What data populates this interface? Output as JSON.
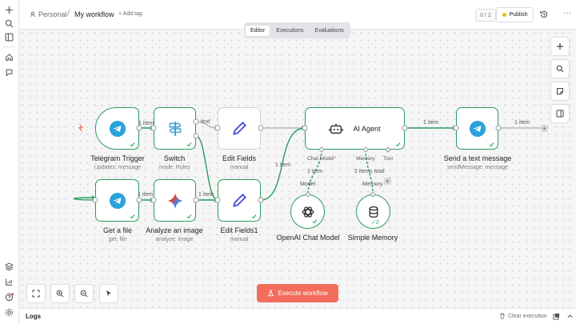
{
  "breadcrumb": {
    "owner": "Personal",
    "separator": "/",
    "workflow_name": "My workflow",
    "add_tag": "+ Add tag"
  },
  "header": {
    "counter": "0 / 2",
    "publish_label": "Publish",
    "more_label": "···"
  },
  "view_tabs": [
    {
      "label": "Editor",
      "active": true
    },
    {
      "label": "Executions",
      "active": false
    },
    {
      "label": "Evaluations",
      "active": false
    }
  ],
  "nodes": {
    "telegram_trigger": {
      "name": "Telegram Trigger",
      "subtitle": "Updates: message",
      "icon": "telegram-icon"
    },
    "switch": {
      "name": "Switch",
      "subtitle": "mode: Rules",
      "icon": "signpost-icon"
    },
    "edit_fields": {
      "name": "Edit Fields",
      "subtitle": "manual",
      "icon": "pen-icon"
    },
    "ai_agent": {
      "name": "AI Agent",
      "icon": "robot-icon"
    },
    "send_text": {
      "name": "Send a text message",
      "subtitle": "sendMessage: message",
      "icon": "telegram-icon"
    },
    "get_file": {
      "name": "Get a file",
      "subtitle": "get: file",
      "icon": "telegram-icon"
    },
    "analyze_image": {
      "name": "Analyze an image",
      "subtitle": "analyze: image",
      "icon": "gemini-icon"
    },
    "edit_fields1": {
      "name": "Edit Fields1",
      "subtitle": "manual",
      "icon": "pen-icon"
    },
    "openai_chat": {
      "name": "OpenAI Chat Model",
      "icon": "openai-icon"
    },
    "simple_memory": {
      "name": "Simple Memory",
      "icon": "database-icon",
      "badge": "2"
    }
  },
  "agent_ports": {
    "chat_model": "Chat Model",
    "required_mark": "*",
    "memory": "Memory",
    "tool": "Tool"
  },
  "wire_labels": {
    "trigger_to_switch": "1 item",
    "switch_text": "text",
    "agent_to_send": "1 item",
    "send_out": "1 item",
    "image_to_analyze": "1 item",
    "analyze_to_fields1": "1 item",
    "fields1_to_agent": "1 item",
    "model_items": "1 item",
    "model_port": "Model",
    "memory_items": "2 items total",
    "memory_port": "Memory"
  },
  "execute_button": {
    "label": "Execute workflow"
  },
  "logs": {
    "title": "Logs",
    "clear_label": "Clear execution"
  },
  "colors": {
    "success": "#2a9d5c",
    "execute": "#f26d5b",
    "telegram": "#2aa1da",
    "publish_dot": "#f2b80c",
    "trigger_bolt": "#f26d5b"
  }
}
